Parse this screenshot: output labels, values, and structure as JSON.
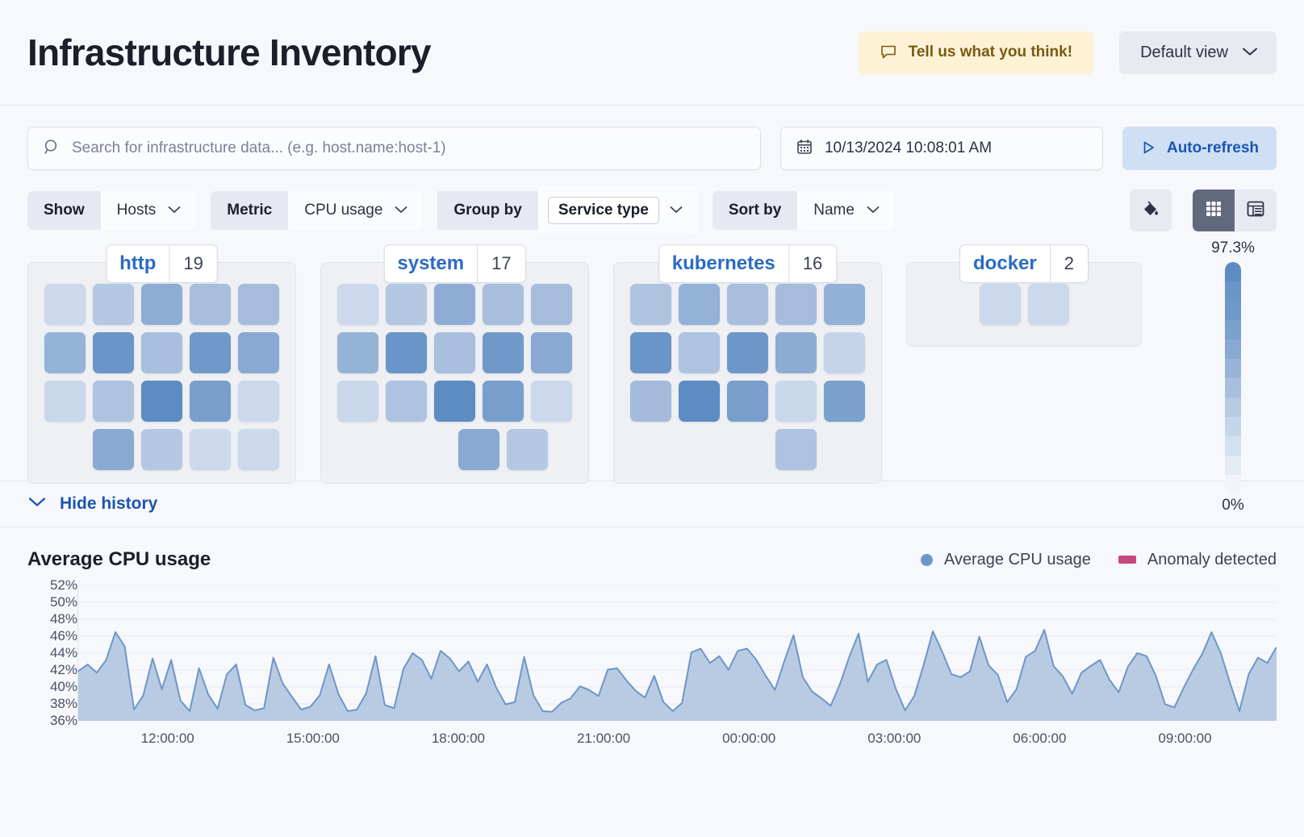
{
  "header": {
    "title": "Infrastructure Inventory",
    "feedback_label": "Tell us what you think!",
    "view_label": "Default view",
    "feedback_bg": "#fdf2d6",
    "feedback_fg": "#7a5a14"
  },
  "search": {
    "placeholder": "Search for infrastructure data... (e.g. host.name:host-1)",
    "date_value": "10/13/2024 10:08:01 AM",
    "refresh_label": "Auto-refresh"
  },
  "filters": [
    {
      "label": "Show",
      "value": "Hosts",
      "token": false
    },
    {
      "label": "Metric",
      "value": "CPU usage",
      "token": false
    },
    {
      "label": "Group by",
      "value": "Service type",
      "token": true
    },
    {
      "label": "Sort by",
      "value": "Name",
      "token": false
    }
  ],
  "view_controls": {
    "palette_icon": "paint-bucket-icon",
    "grid_icon": "grid-view-icon",
    "table_icon": "table-view-icon",
    "selected": "grid"
  },
  "waffle": {
    "accent": "#2a6bc4",
    "legend": {
      "max": "97.3%",
      "min": "0%"
    },
    "groups": [
      {
        "name": "http",
        "count": "19",
        "rows": [
          [
            "#ccd9ec",
            "#b4c7e3",
            "#8fadd4",
            "#a8bedd",
            "#a5bcdc"
          ],
          [
            "#95b2d7",
            "#6a95c8",
            "#a9bfdf",
            "#7099ca",
            "#89a9d2"
          ],
          [
            "#c9d7ea",
            "#aec3e0",
            "#5d8cc3",
            "#789fcc",
            "#ccd9ec"
          ],
          [
            "#89a9d2",
            "#b4c7e3",
            "#ccd9ec",
            "#ccd9ec"
          ]
        ],
        "row_offsets": [
          0,
          0,
          0,
          1
        ]
      },
      {
        "name": "system",
        "count": "17",
        "rows": [
          [
            "#ccd9ec",
            "#b4c7e3",
            "#8fadd4",
            "#a8bedd",
            "#a5bcdc"
          ],
          [
            "#95b2d7",
            "#6a95c8",
            "#a9bfdf",
            "#7099ca",
            "#89a9d2"
          ],
          [
            "#c9d7ea",
            "#aec3e0",
            "#5d8cc3",
            "#789fcc",
            "#ccd9ec"
          ],
          [
            "#89a9d2",
            "#b4c7e3"
          ]
        ],
        "row_offsets": [
          0,
          0,
          0,
          2
        ]
      },
      {
        "name": "kubernetes",
        "count": "16",
        "rows": [
          [
            "#aec3e0",
            "#94b1d6",
            "#a8bedd",
            "#a5bcdc",
            "#93b0d6"
          ],
          [
            "#6a95c8",
            "#aec3e0",
            "#6d97c9",
            "#8dabd3",
            "#c5d4e9"
          ],
          [
            "#a4bbdc",
            "#5d8cc3",
            "#789fcc",
            "#c9d7ea",
            "#7ba1cd"
          ],
          [
            "#aec3e0"
          ]
        ],
        "row_offsets": [
          0,
          0,
          0,
          2
        ]
      },
      {
        "name": "docker",
        "count": "2",
        "rows": [
          [
            "#ccd9ec",
            "#ccd9ec"
          ]
        ],
        "row_offsets": [
          0
        ]
      }
    ]
  },
  "history": {
    "toggle_label": "Hide history"
  },
  "chart_data": {
    "type": "area",
    "title": "Average CPU usage",
    "xlabel": "",
    "ylabel": "",
    "grid": true,
    "legend_position": "top-right",
    "legend": [
      {
        "name": "Average CPU usage",
        "color": "#6e96c8",
        "marker": "circle"
      },
      {
        "name": "Anomaly detected",
        "color": "#c8477c",
        "marker": "rect"
      }
    ],
    "yticks": [
      "52%",
      "50%",
      "48%",
      "46%",
      "44%",
      "42%",
      "40%",
      "38%",
      "36%"
    ],
    "ylim": [
      35,
      53
    ],
    "xticks": [
      "12:00:00",
      "15:00:00",
      "18:00:00",
      "21:00:00",
      "00:00:00",
      "03:00:00",
      "06:00:00",
      "09:00:00"
    ],
    "series": [
      {
        "name": "Average CPU usage",
        "color": "#6e96c8",
        "fill": "#aec3de",
        "values": [
          41.6,
          42.5,
          41.4,
          43.1,
          46.8,
          44.9,
          36.5,
          38.4,
          43.3,
          39.2,
          43.1,
          37.7,
          36.3,
          42.0,
          38.5,
          36.6,
          41.2,
          42.5,
          37.1,
          36.4,
          36.7,
          43.4,
          40.0,
          38.2,
          36.5,
          36.9,
          38.4,
          42.5,
          38.6,
          36.3,
          36.5,
          38.7,
          43.6,
          37.1,
          36.7,
          41.9,
          44.0,
          43.1,
          40.6,
          44.3,
          43.3,
          41.6,
          42.9,
          40.2,
          42.5,
          39.4,
          37.2,
          37.5,
          43.5,
          38.4,
          36.3,
          36.2,
          37.4,
          38.0,
          39.6,
          39.1,
          38.3,
          41.8,
          42.0,
          40.4,
          39.0,
          38.1,
          41.0,
          37.5,
          36.3,
          37.4,
          44.1,
          44.6,
          42.7,
          43.6,
          41.8,
          44.3,
          44.6,
          43.1,
          41.0,
          39.1,
          42.9,
          46.4,
          40.8,
          38.9,
          38.0,
          37.0,
          39.9,
          43.5,
          46.6,
          40.2,
          42.5,
          43.1,
          39.3,
          36.4,
          38.3,
          42.4,
          46.9,
          44.2,
          41.2,
          40.8,
          41.6,
          46.2,
          42.4,
          41.1,
          37.5,
          39.2,
          43.5,
          44.3,
          47.1,
          42.3,
          40.9,
          38.6,
          41.4,
          42.3,
          43.1,
          40.5,
          38.8,
          42.2,
          44.0,
          43.6,
          41.0,
          37.2,
          36.8,
          39.4,
          41.8,
          43.9,
          46.8,
          44.0,
          40.0,
          36.3,
          41.2,
          43.4,
          42.7,
          44.8
        ]
      }
    ]
  }
}
